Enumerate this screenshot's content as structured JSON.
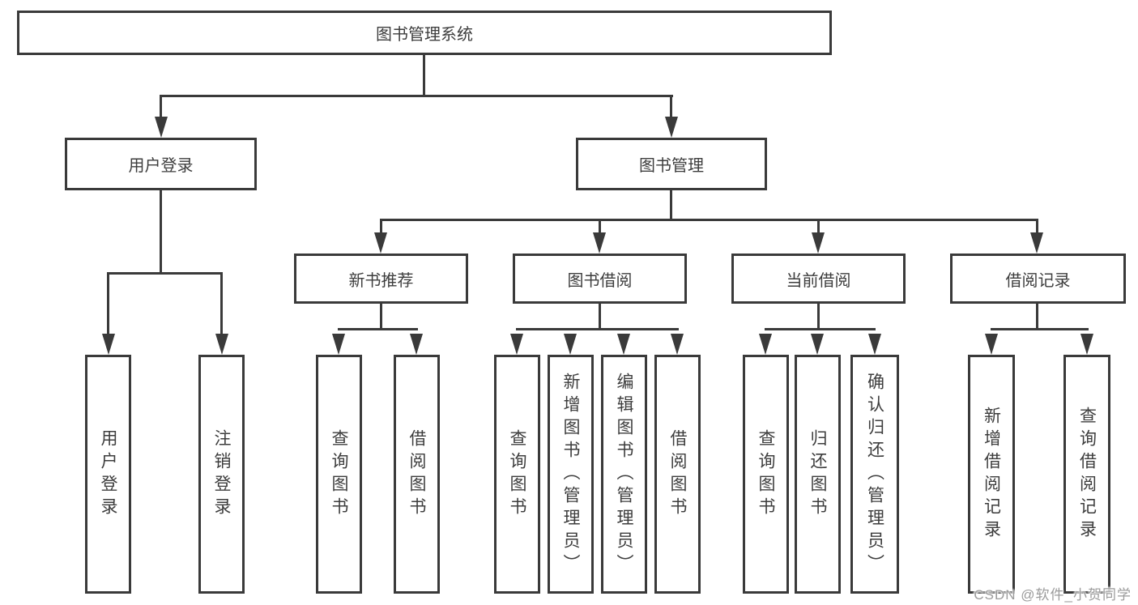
{
  "diagram": {
    "root": {
      "label": "图书管理系统"
    },
    "branches": [
      {
        "label": "用户登录",
        "children": [
          {
            "label": "用户登录"
          },
          {
            "label": "注销登录"
          }
        ]
      },
      {
        "label": "图书管理",
        "children": [
          {
            "label": "新书推荐",
            "children": [
              {
                "label": "查询图书"
              },
              {
                "label": "借阅图书"
              }
            ]
          },
          {
            "label": "图书借阅",
            "children": [
              {
                "label": "查询图书"
              },
              {
                "label": "新增图书（管理员）"
              },
              {
                "label": "编辑图书（管理员）"
              },
              {
                "label": "借阅图书"
              }
            ]
          },
          {
            "label": "当前借阅",
            "children": [
              {
                "label": "查询图书"
              },
              {
                "label": "归还图书"
              },
              {
                "label": "确认归还（管理员）"
              }
            ]
          },
          {
            "label": "借阅记录",
            "children": [
              {
                "label": "新增借阅记录"
              },
              {
                "label": "查询借阅记录"
              }
            ]
          }
        ]
      }
    ]
  },
  "watermark": {
    "text": "CSDN @软件_小贺同学"
  },
  "colors": {
    "line": "#3a3a3a",
    "box_fill": "#ffffff",
    "background": "#ffffff",
    "watermark_text": "#9b9b9b"
  }
}
